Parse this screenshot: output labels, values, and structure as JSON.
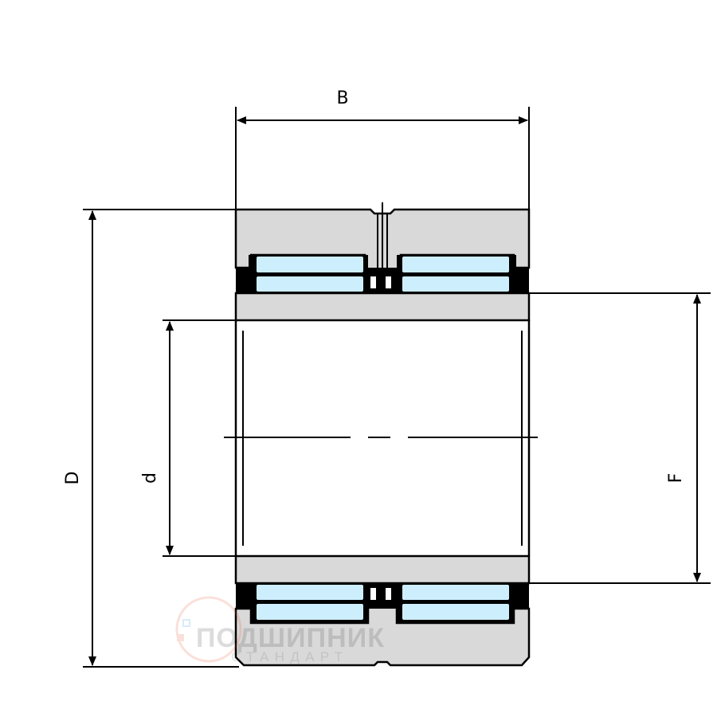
{
  "dimensions": {
    "width_label": "B",
    "outer_diameter_label": "D",
    "bore_diameter_label": "d",
    "raceway_diameter_label": "F"
  },
  "watermark": {
    "line1": "ПОДШИПНИК",
    "line2": "СТАНДАРТ"
  },
  "colors": {
    "ring": "#d9d9d9",
    "roller": "#cdeefc",
    "outline": "#000000",
    "cage": "#000000"
  }
}
